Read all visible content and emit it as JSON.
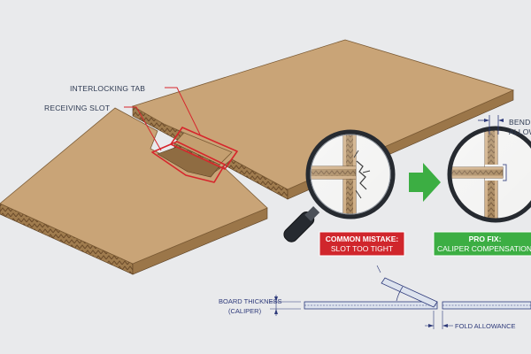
{
  "labels": {
    "interlocking_tab": "INTERLOCKING TAB",
    "receiving_slot": "RECEIVING SLOT",
    "bend_allowance_1": "BEND",
    "bend_allowance_2": "ALLOW..."
  },
  "callouts": {
    "mistake_title": "COMMON MISTAKE:",
    "mistake_sub": "SLOT TOO TIGHT",
    "fix_title": "PRO FIX:",
    "fix_sub": "CALIPER COMPENSATION AN..."
  },
  "drafting": {
    "board_thickness_1": "BOARD THICKNESS",
    "board_thickness_2": "(CALIPER)",
    "fold_allowance": "FOLD ALLOWANCE"
  },
  "colors": {
    "background": "#e9eaec",
    "cardboard": "#c9a477",
    "highlight_red": "#d6262c",
    "mistake_red": "#d0262c",
    "fix_green": "#3cae43",
    "drafting_blue": "#2e3a7a"
  },
  "icons": {
    "arrow": "right-arrow-icon",
    "magnifier": "magnifying-glass-icon"
  }
}
